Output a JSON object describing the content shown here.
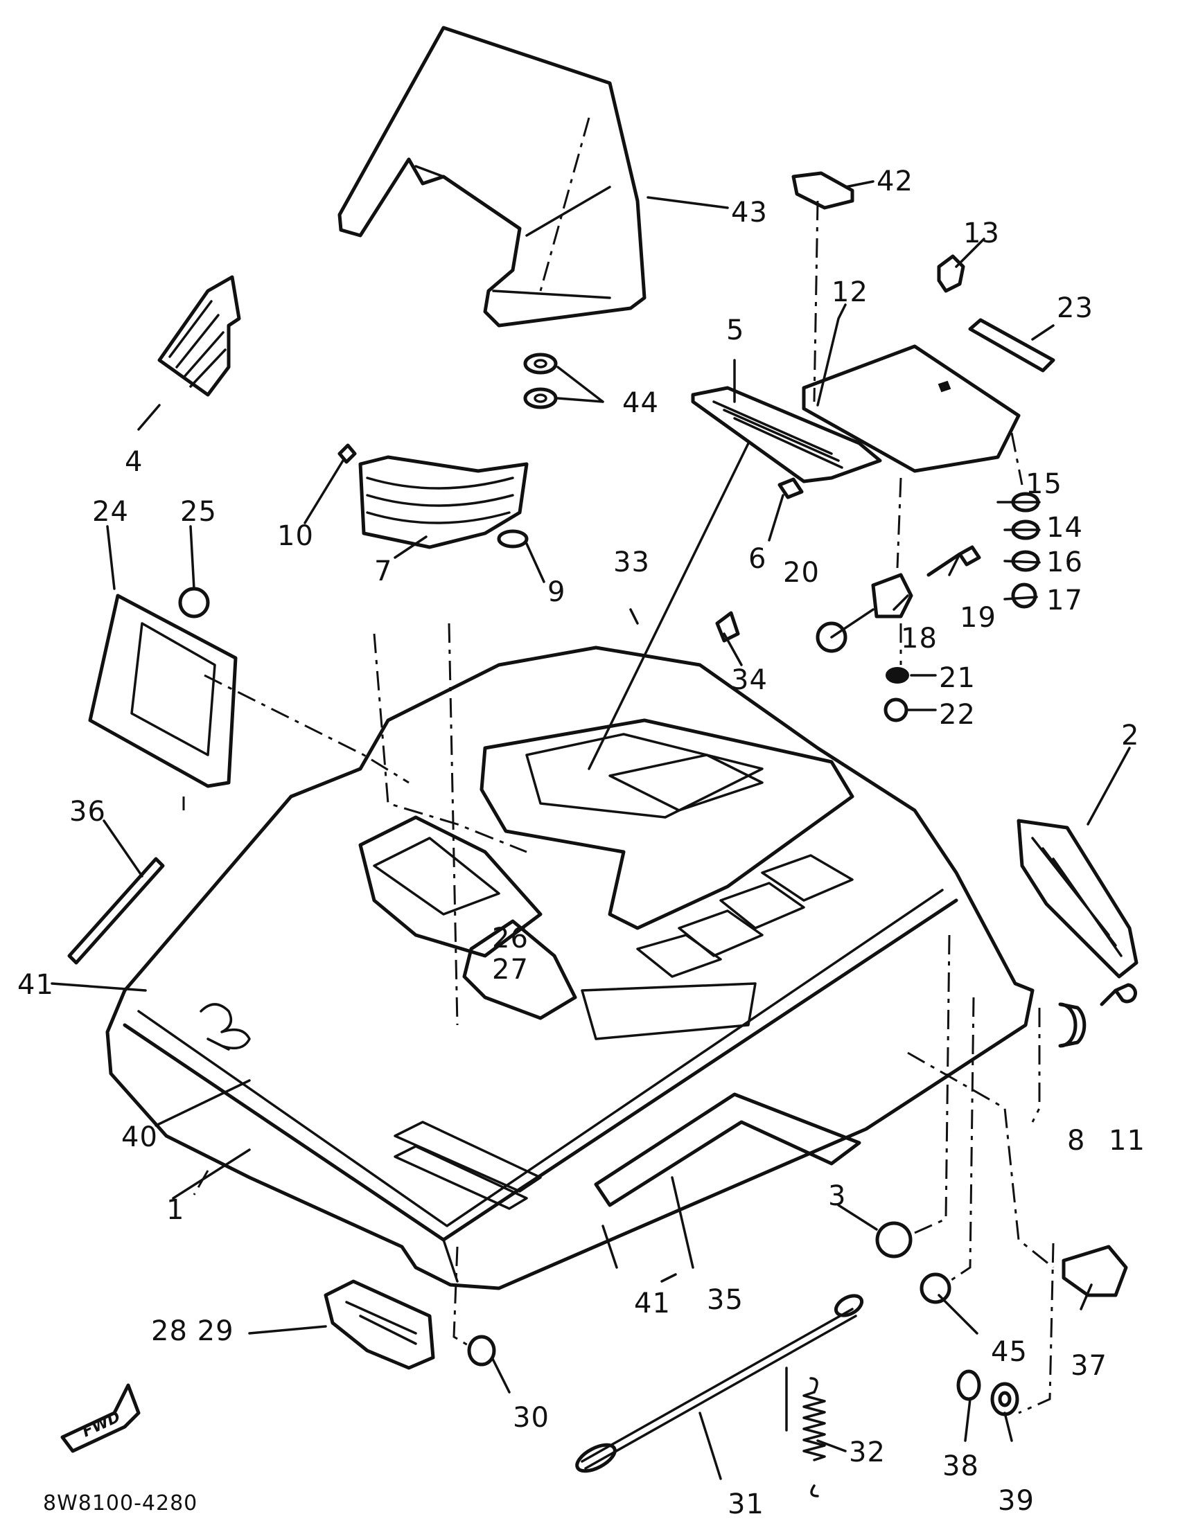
{
  "drawing_code": "8W8100-4280",
  "fwd_arrow_label": "FWD",
  "callouts": {
    "c1": "1",
    "c2": "2",
    "c3": "3",
    "c4": "4",
    "c5": "5",
    "c6": "6",
    "c7": "7",
    "c8": "8",
    "c9": "9",
    "c10": "10",
    "c11": "11",
    "c12": "12",
    "c13": "13",
    "c14": "14",
    "c15": "15",
    "c16": "16",
    "c17": "17",
    "c18": "18",
    "c19": "19",
    "c20": "20",
    "c21": "21",
    "c22": "22",
    "c23": "23",
    "c24": "24",
    "c25": "25",
    "c26": "26",
    "c27": "27",
    "c2829": "28 29",
    "c30": "30",
    "c31": "31",
    "c32": "32",
    "c33": "33",
    "c34": "34",
    "c35": "35",
    "c36": "36",
    "c37": "37",
    "c38": "38",
    "c39": "39",
    "c40": "40",
    "c41a": "41",
    "c41b": "41",
    "c42": "42",
    "c43": "43",
    "c44": "44",
    "c45": "45"
  }
}
